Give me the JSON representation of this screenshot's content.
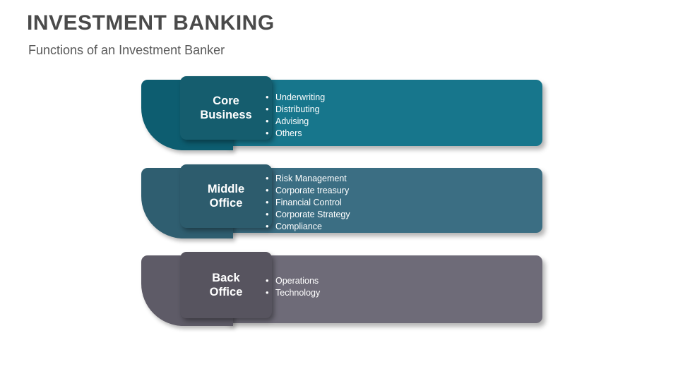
{
  "header": {
    "title": "INVESTMENT BANKING",
    "subtitle": "Functions of an Investment Banker"
  },
  "colors": {
    "title": "#4a4a4a",
    "subtitle": "#595959",
    "core_panel": "#17768c",
    "core_label": "#155d6e",
    "middle_panel": "#3b6e83",
    "middle_label": "#2d5c6d",
    "back_panel": "#6e6b78",
    "back_label": "#57545f",
    "bullet_text": "#ffffff"
  },
  "rows": [
    {
      "label_line1": "Core",
      "label_line2": "Business",
      "items": [
        "Underwriting",
        "Distributing",
        "Advising",
        "Others"
      ]
    },
    {
      "label_line1": "Middle",
      "label_line2": "Office",
      "items": [
        "Risk Management",
        "Corporate treasury",
        "Financial Control",
        "Corporate Strategy",
        "Compliance"
      ]
    },
    {
      "label_line1": "Back",
      "label_line2": "Office",
      "items": [
        "Operations",
        "Technology"
      ]
    }
  ]
}
